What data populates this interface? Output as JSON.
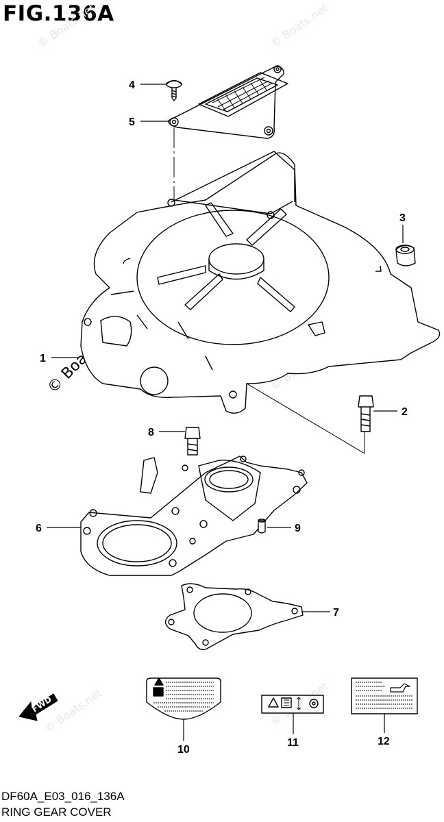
{
  "figure": {
    "title": "FIG.136A",
    "code": "DF60A_E03_016_136A",
    "subtitle": "RING GEAR COVER"
  },
  "callouts": [
    "1",
    "2",
    "3",
    "4",
    "5",
    "6",
    "7",
    "8",
    "9",
    "10",
    "11",
    "12"
  ],
  "direction_label": "FWD",
  "watermark": "© Boats.net"
}
